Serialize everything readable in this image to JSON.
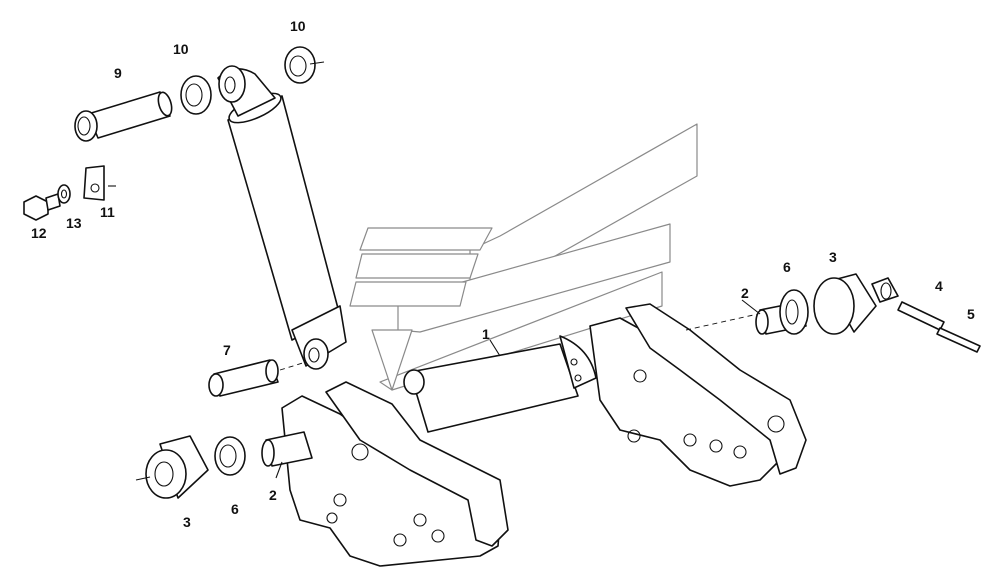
{
  "colors": {
    "line": "#111111",
    "watermark": "#8a8a8a",
    "background": "#ffffff"
  },
  "callouts": {
    "c1": "1",
    "c2a": "2",
    "c2b": "2",
    "c3a": "3",
    "c3b": "3",
    "c4": "4",
    "c5": "5",
    "c6a": "6",
    "c6b": "6",
    "c7": "7",
    "c9": "9",
    "c10a": "10",
    "c10b": "10",
    "c11": "11",
    "c12": "12",
    "c13": "13"
  }
}
